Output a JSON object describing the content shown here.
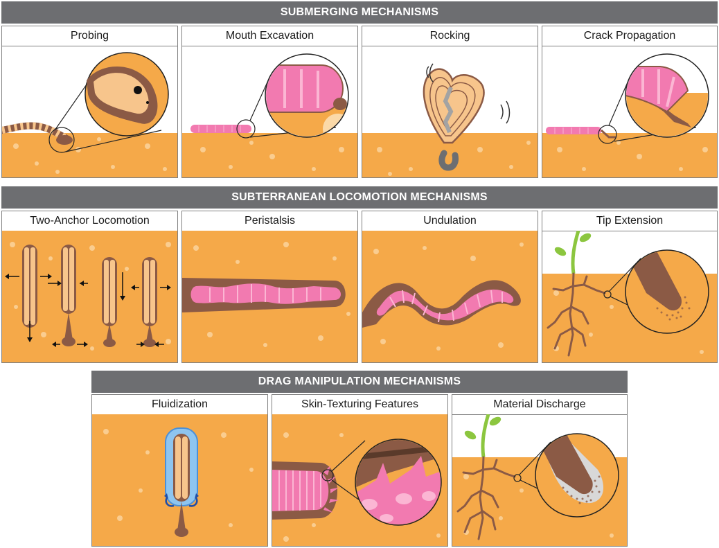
{
  "sections": {
    "submerging": "SUBMERGING MECHANISMS",
    "locomotion": "SUBTERRANEAN LOCOMOTION MECHANISMS",
    "drag": "DRAG MANIPULATION MECHANISMS"
  },
  "panels": {
    "probing": "Probing",
    "mouth_excavation": "Mouth Excavation",
    "rocking": "Rocking",
    "crack_propagation": "Crack Propagation",
    "two_anchor": "Two-Anchor Locomotion",
    "peristalsis": "Peristalsis",
    "undulation": "Undulation",
    "tip_extension": "Tip Extension",
    "fluidization": "Fluidization",
    "skin_texturing": "Skin-Texturing Features",
    "material_discharge": "Material Discharge"
  },
  "colors": {
    "soil": "#f5a949",
    "soil_dots": "#fbd9a8",
    "header": "#6d6e71",
    "worm_pink": "#f27ab0",
    "tunnel_brown": "#8b5a45",
    "plant_green": "#8cc63f"
  }
}
